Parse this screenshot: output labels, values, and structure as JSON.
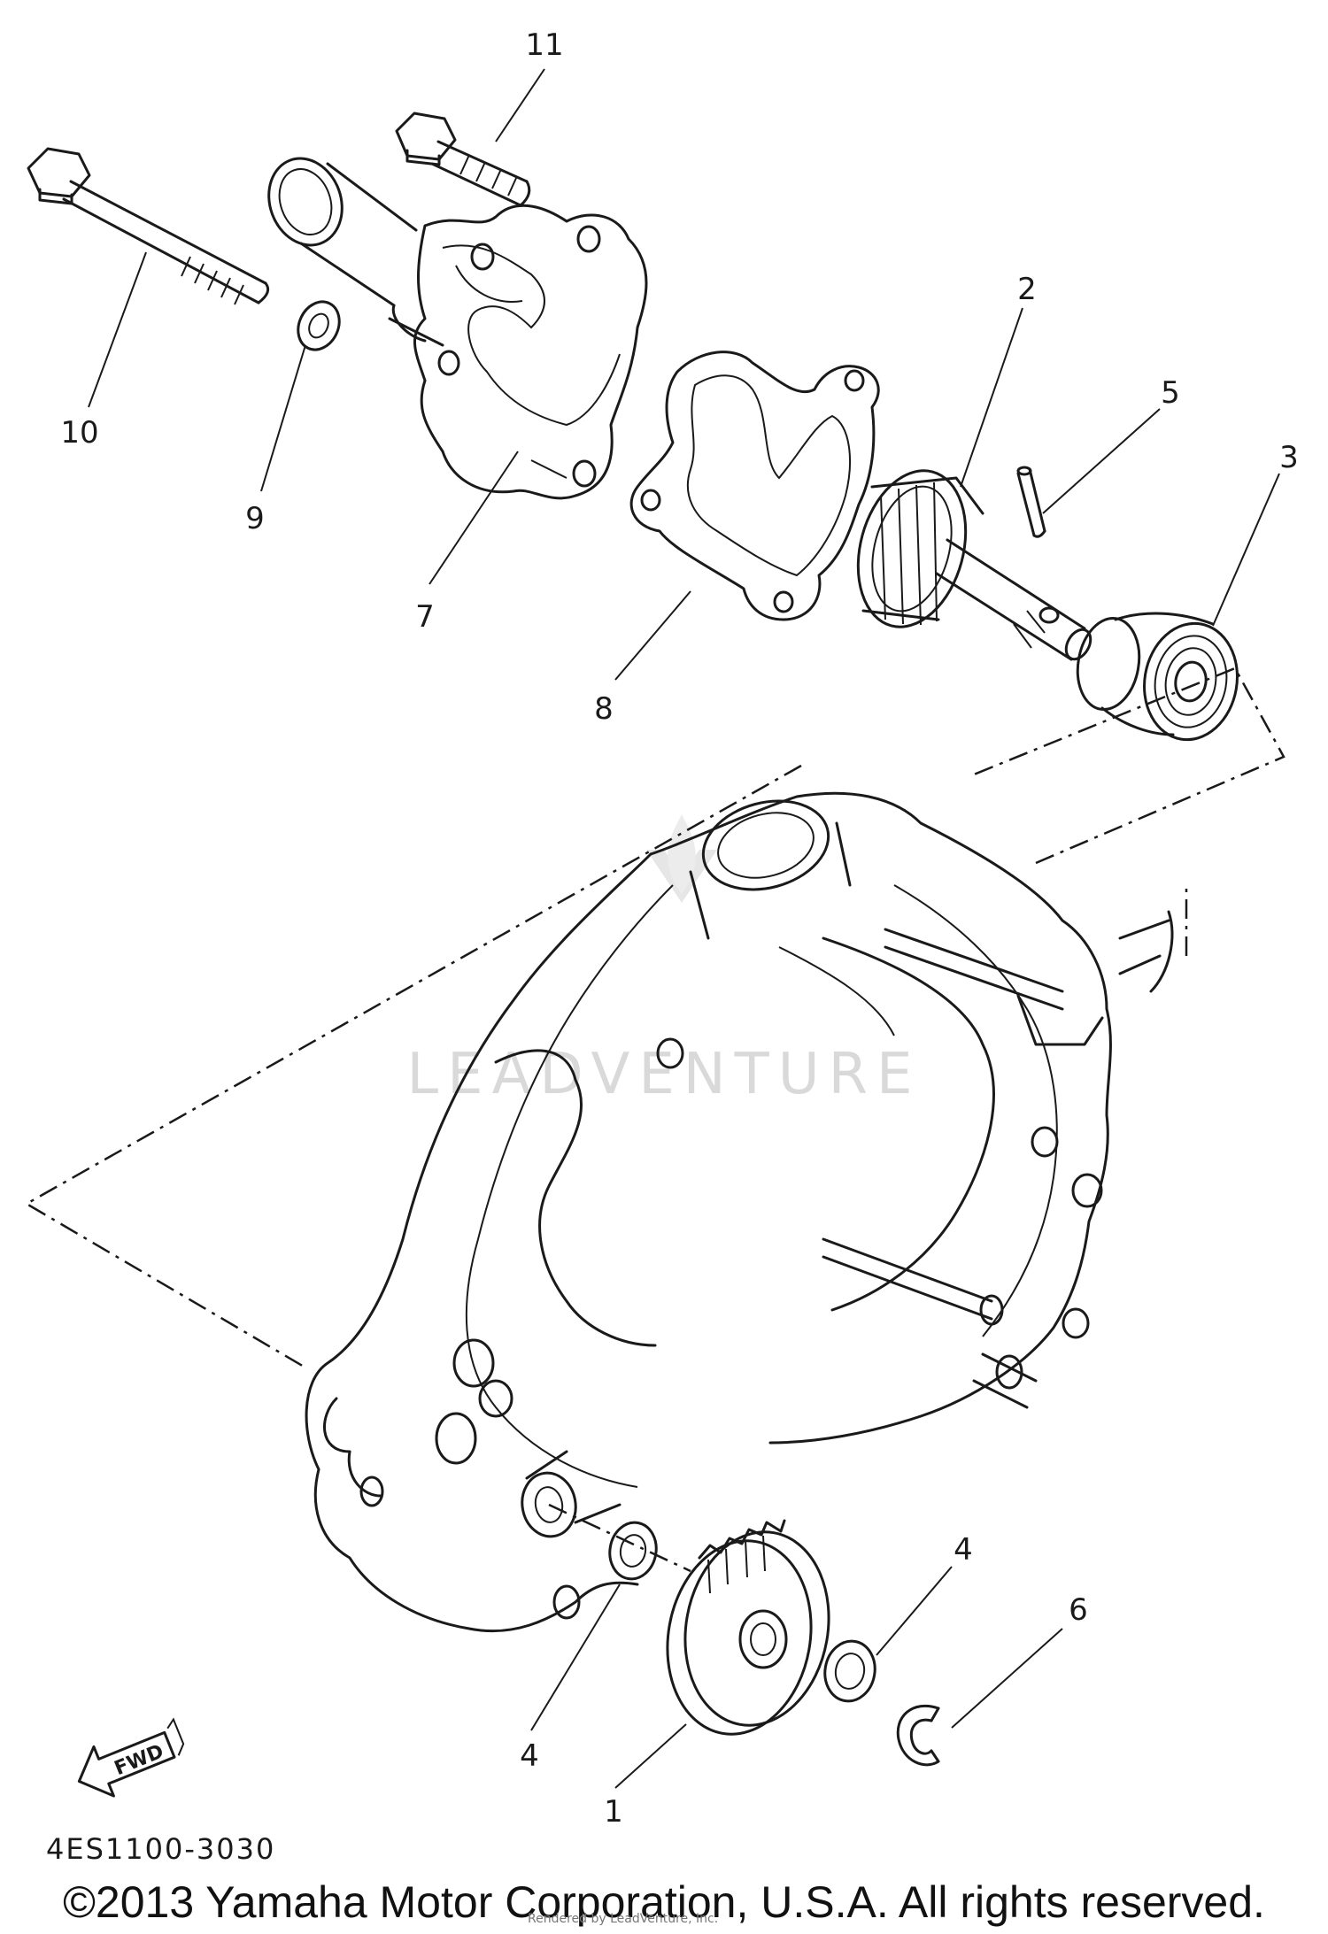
{
  "diagram": {
    "callouts": [
      "11",
      "10",
      "9",
      "7",
      "8",
      "2",
      "5",
      "3",
      "4",
      "4",
      "6",
      "1"
    ],
    "fwd_label": "FWD",
    "watermark": "LEADVENTURE",
    "ref_code": "4ES1100-3030",
    "copyright": "©2013 Yamaha Motor Corporation, U.S.A. All rights reserved.",
    "credit": "Rendered by LeadVenture, Inc."
  }
}
